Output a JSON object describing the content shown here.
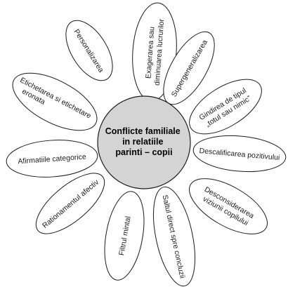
{
  "center": {
    "lines": [
      "Conflicte familiale",
      "in relatiile",
      "parinti – copii"
    ]
  },
  "petals": [
    {
      "lines": [
        "Personalizarea"
      ]
    },
    {
      "lines": [
        "Exagerarea sau",
        "diminuarea lucrurilor"
      ]
    },
    {
      "lines": [
        "Supergeneralizarea"
      ]
    },
    {
      "lines": [
        "Gindirea de tipul",
        "„totul sau nimic”"
      ]
    },
    {
      "lines": [
        "Descalificarea pozitivului"
      ]
    },
    {
      "lines": [
        "Desconsiderarea",
        "viziunii copilului"
      ]
    },
    {
      "lines": [
        "Saltul direct spre concluzii"
      ]
    },
    {
      "lines": [
        "Filtrul mintal"
      ]
    },
    {
      "lines": [
        "Rationamentul afectiv"
      ]
    },
    {
      "lines": [
        "Afirmatiile categorice"
      ]
    },
    {
      "lines": [
        "Etichetarea si etichetare",
        "eronata"
      ]
    }
  ]
}
